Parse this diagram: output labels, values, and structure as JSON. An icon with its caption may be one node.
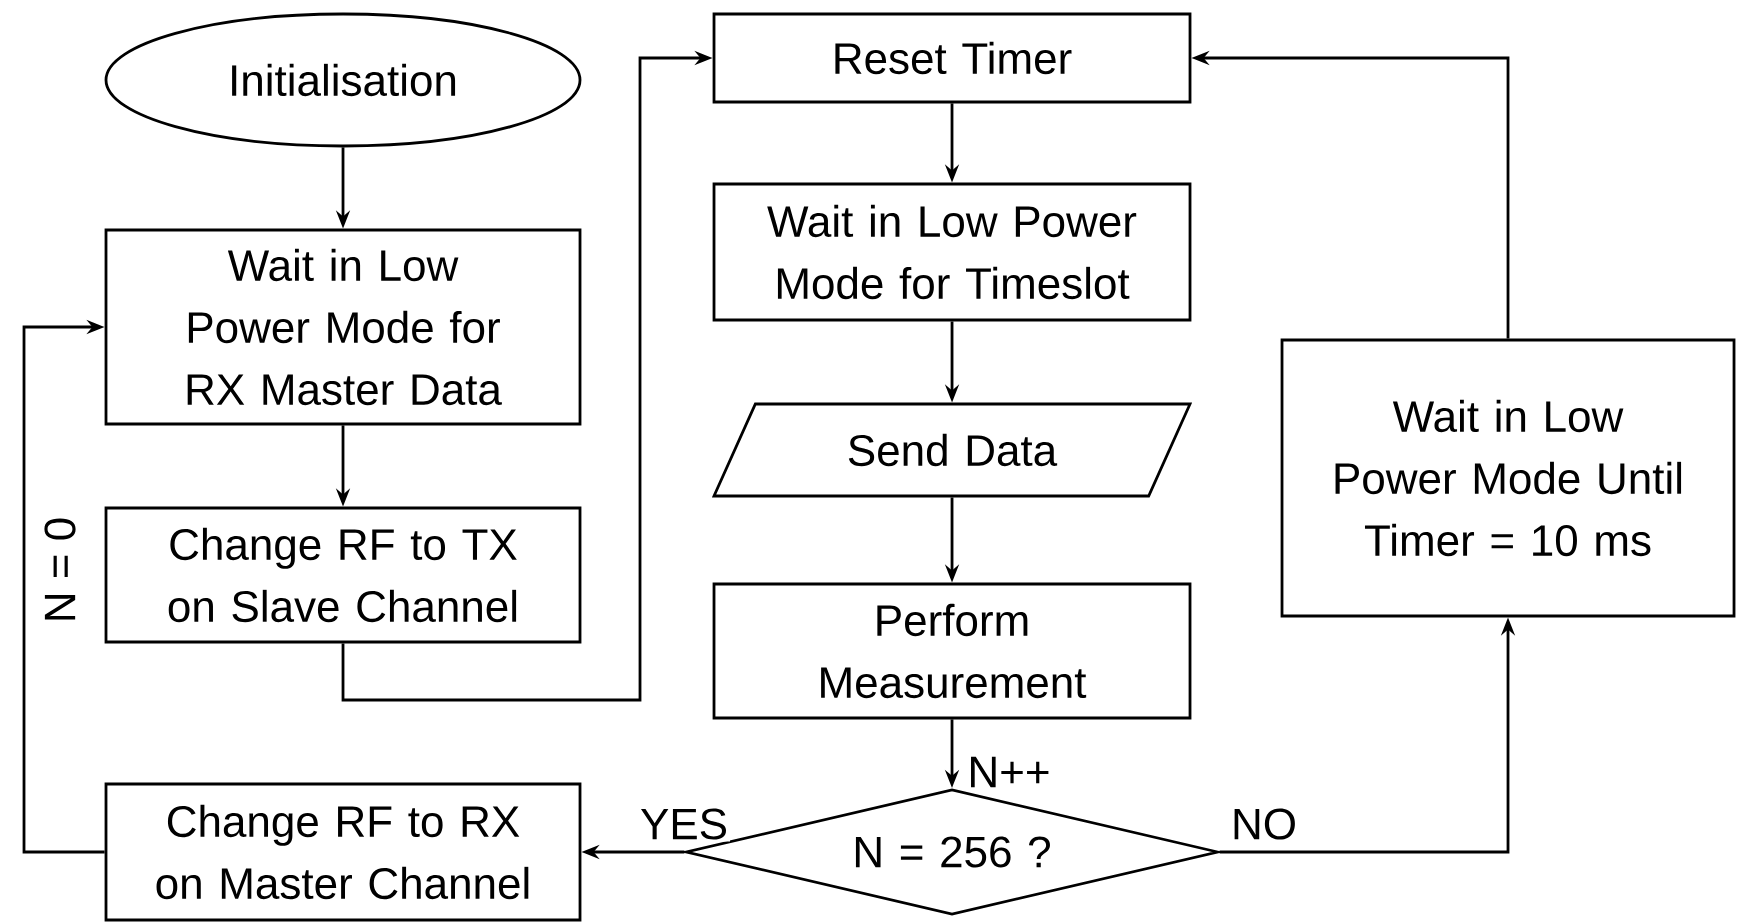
{
  "diagram": {
    "nodes": [
      {
        "text": [
          "Initialisation"
        ]
      },
      {
        "text": [
          "Wait in Low Power Mode for RX Master Data"
        ]
      },
      {
        "text": [
          "Change RF to TX on Slave Channel"
        ]
      },
      {
        "text": [
          "Change RF to RX on Master Channel"
        ]
      },
      {
        "text": [
          "Reset Timer"
        ]
      },
      {
        "text": [
          "Wait in Low Power Mode for Timeslot"
        ]
      },
      {
        "text": [
          "Send Data"
        ]
      },
      {
        "text": [
          "Perform Measurement"
        ]
      },
      {
        "text": [
          "N = 256 ?"
        ]
      },
      {
        "text": [
          "Wait in Low Power Mode Until",
          "Timer = 10 ms"
        ]
      }
    ],
    "edges": [
      {
        "from": 0,
        "to": 1,
        "arrow": "to"
      },
      {
        "from": 1,
        "to": 2,
        "arrow": "to"
      },
      {
        "from": 2,
        "to": 4,
        "arrow": "to"
      },
      {
        "from": 4,
        "to": 5,
        "arrow": "to"
      },
      {
        "from": 5,
        "to": 6,
        "arrow": "to"
      },
      {
        "from": 6,
        "to": 7,
        "arrow": "to"
      },
      {
        "from": 7,
        "to": 8,
        "arrow": "to",
        "label": "N++"
      },
      {
        "from": 8,
        "to": 3,
        "arrow": "to",
        "label": "YES"
      },
      {
        "from": 8,
        "to": 9,
        "arrow": "to",
        "label": "NO"
      },
      {
        "from": 9,
        "to": 4,
        "arrow": "to"
      },
      {
        "from": 3,
        "to": 1,
        "arrow": "to",
        "label": "N = 0"
      }
    ]
  }
}
